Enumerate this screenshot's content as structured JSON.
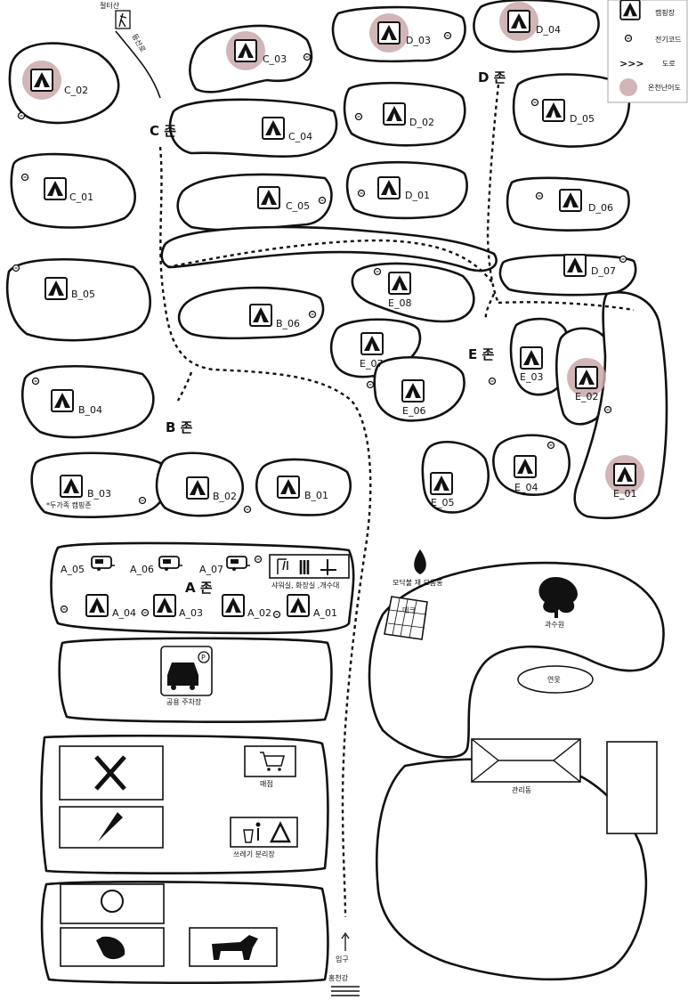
{
  "zones": {
    "a": "A 존",
    "b": "B 존",
    "c": "C 존",
    "d": "D 존",
    "e": "E 존"
  },
  "sites": {
    "c02": "C_02",
    "c03": "C_03",
    "c04": "C_04",
    "c01": "C_01",
    "c05": "C_05",
    "d03": "D_03",
    "d04": "D_04",
    "d02": "D_02",
    "d05": "D_05",
    "d01": "D_01",
    "d06": "D_06",
    "d07": "D_07",
    "b05": "B_05",
    "b06": "B_06",
    "b04": "B_04",
    "b03": "B_03",
    "b02": "B_02",
    "b01": "B_01",
    "e08": "E_08",
    "e07": "E_07",
    "e06": "E_06",
    "e03": "E_03",
    "e02": "E_02",
    "e05": "E_05",
    "e04": "E_04",
    "e01": "E_01",
    "a05": "A_05",
    "a06": "A_06",
    "a07": "A_07",
    "a04": "A_04",
    "a03": "A_03",
    "a02": "A_02",
    "a01": "A_01"
  },
  "labels": {
    "mountain": "절터산",
    "trail": "등산로",
    "b03_note": "*두가족 캠핑존",
    "restroom": "샤워실, 화장실 ,개수대",
    "ash": "모닥불 재 모음통",
    "deck": "데크",
    "orchard": "과수원",
    "pond": "연못",
    "parking": "공용 주차장",
    "shop": "매점",
    "office": "관리동",
    "trash": "쓰레기 분리장",
    "entrance": "입구",
    "river": "홍천강"
  },
  "legend": {
    "campsite": "캠핑장",
    "power": "전기코드",
    "road": "도로",
    "warm": "온천난어도"
  },
  "colors": {
    "warm_halo": "#c9a8aa",
    "line": "#111111"
  }
}
